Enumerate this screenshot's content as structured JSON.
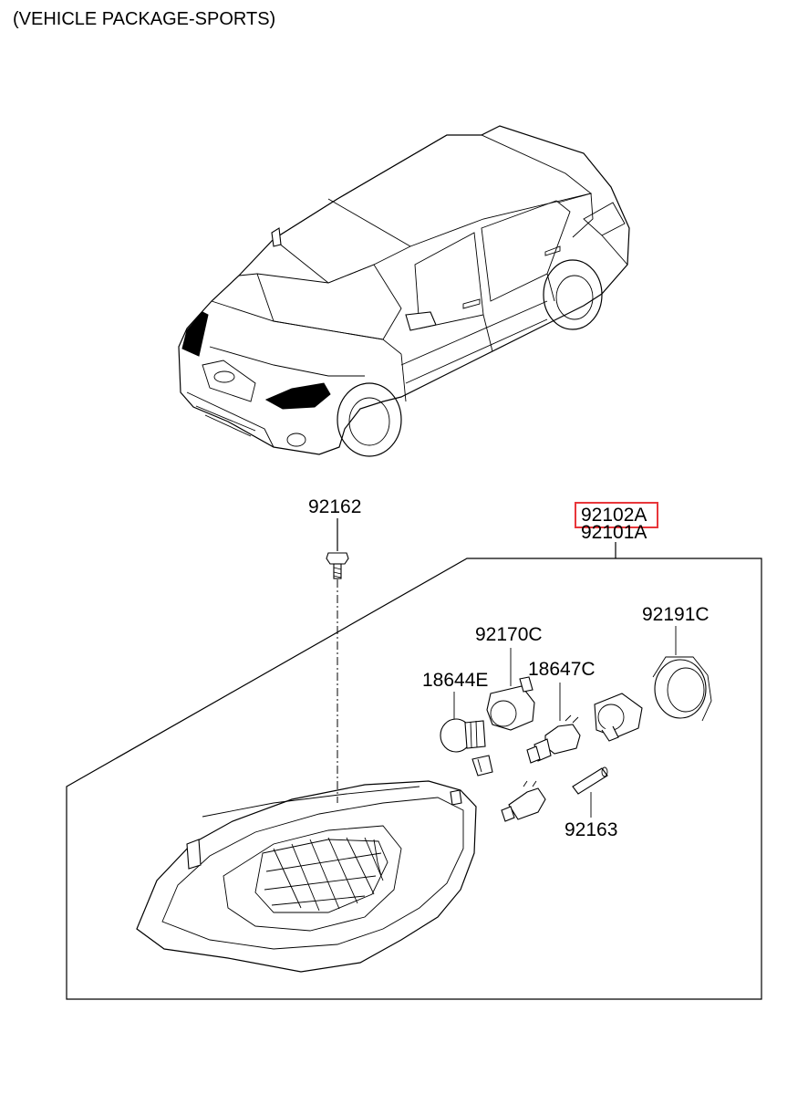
{
  "title": "(VEHICLE PACKAGE-SPORTS)",
  "parts": {
    "p92162": "92162",
    "p92102A": "92102A",
    "p92101A": "92101A",
    "p92170C": "92170C",
    "p92191C": "92191C",
    "p18644E": "18644E",
    "p18647C": "18647C",
    "p92163": "92163"
  },
  "highlight": {
    "part": "92102A",
    "color": "#e8363a"
  },
  "illustrations": [
    "sedan-car-icon",
    "headlamp-assembly-icon",
    "bulb-icon",
    "socket-icon",
    "screw-icon"
  ]
}
